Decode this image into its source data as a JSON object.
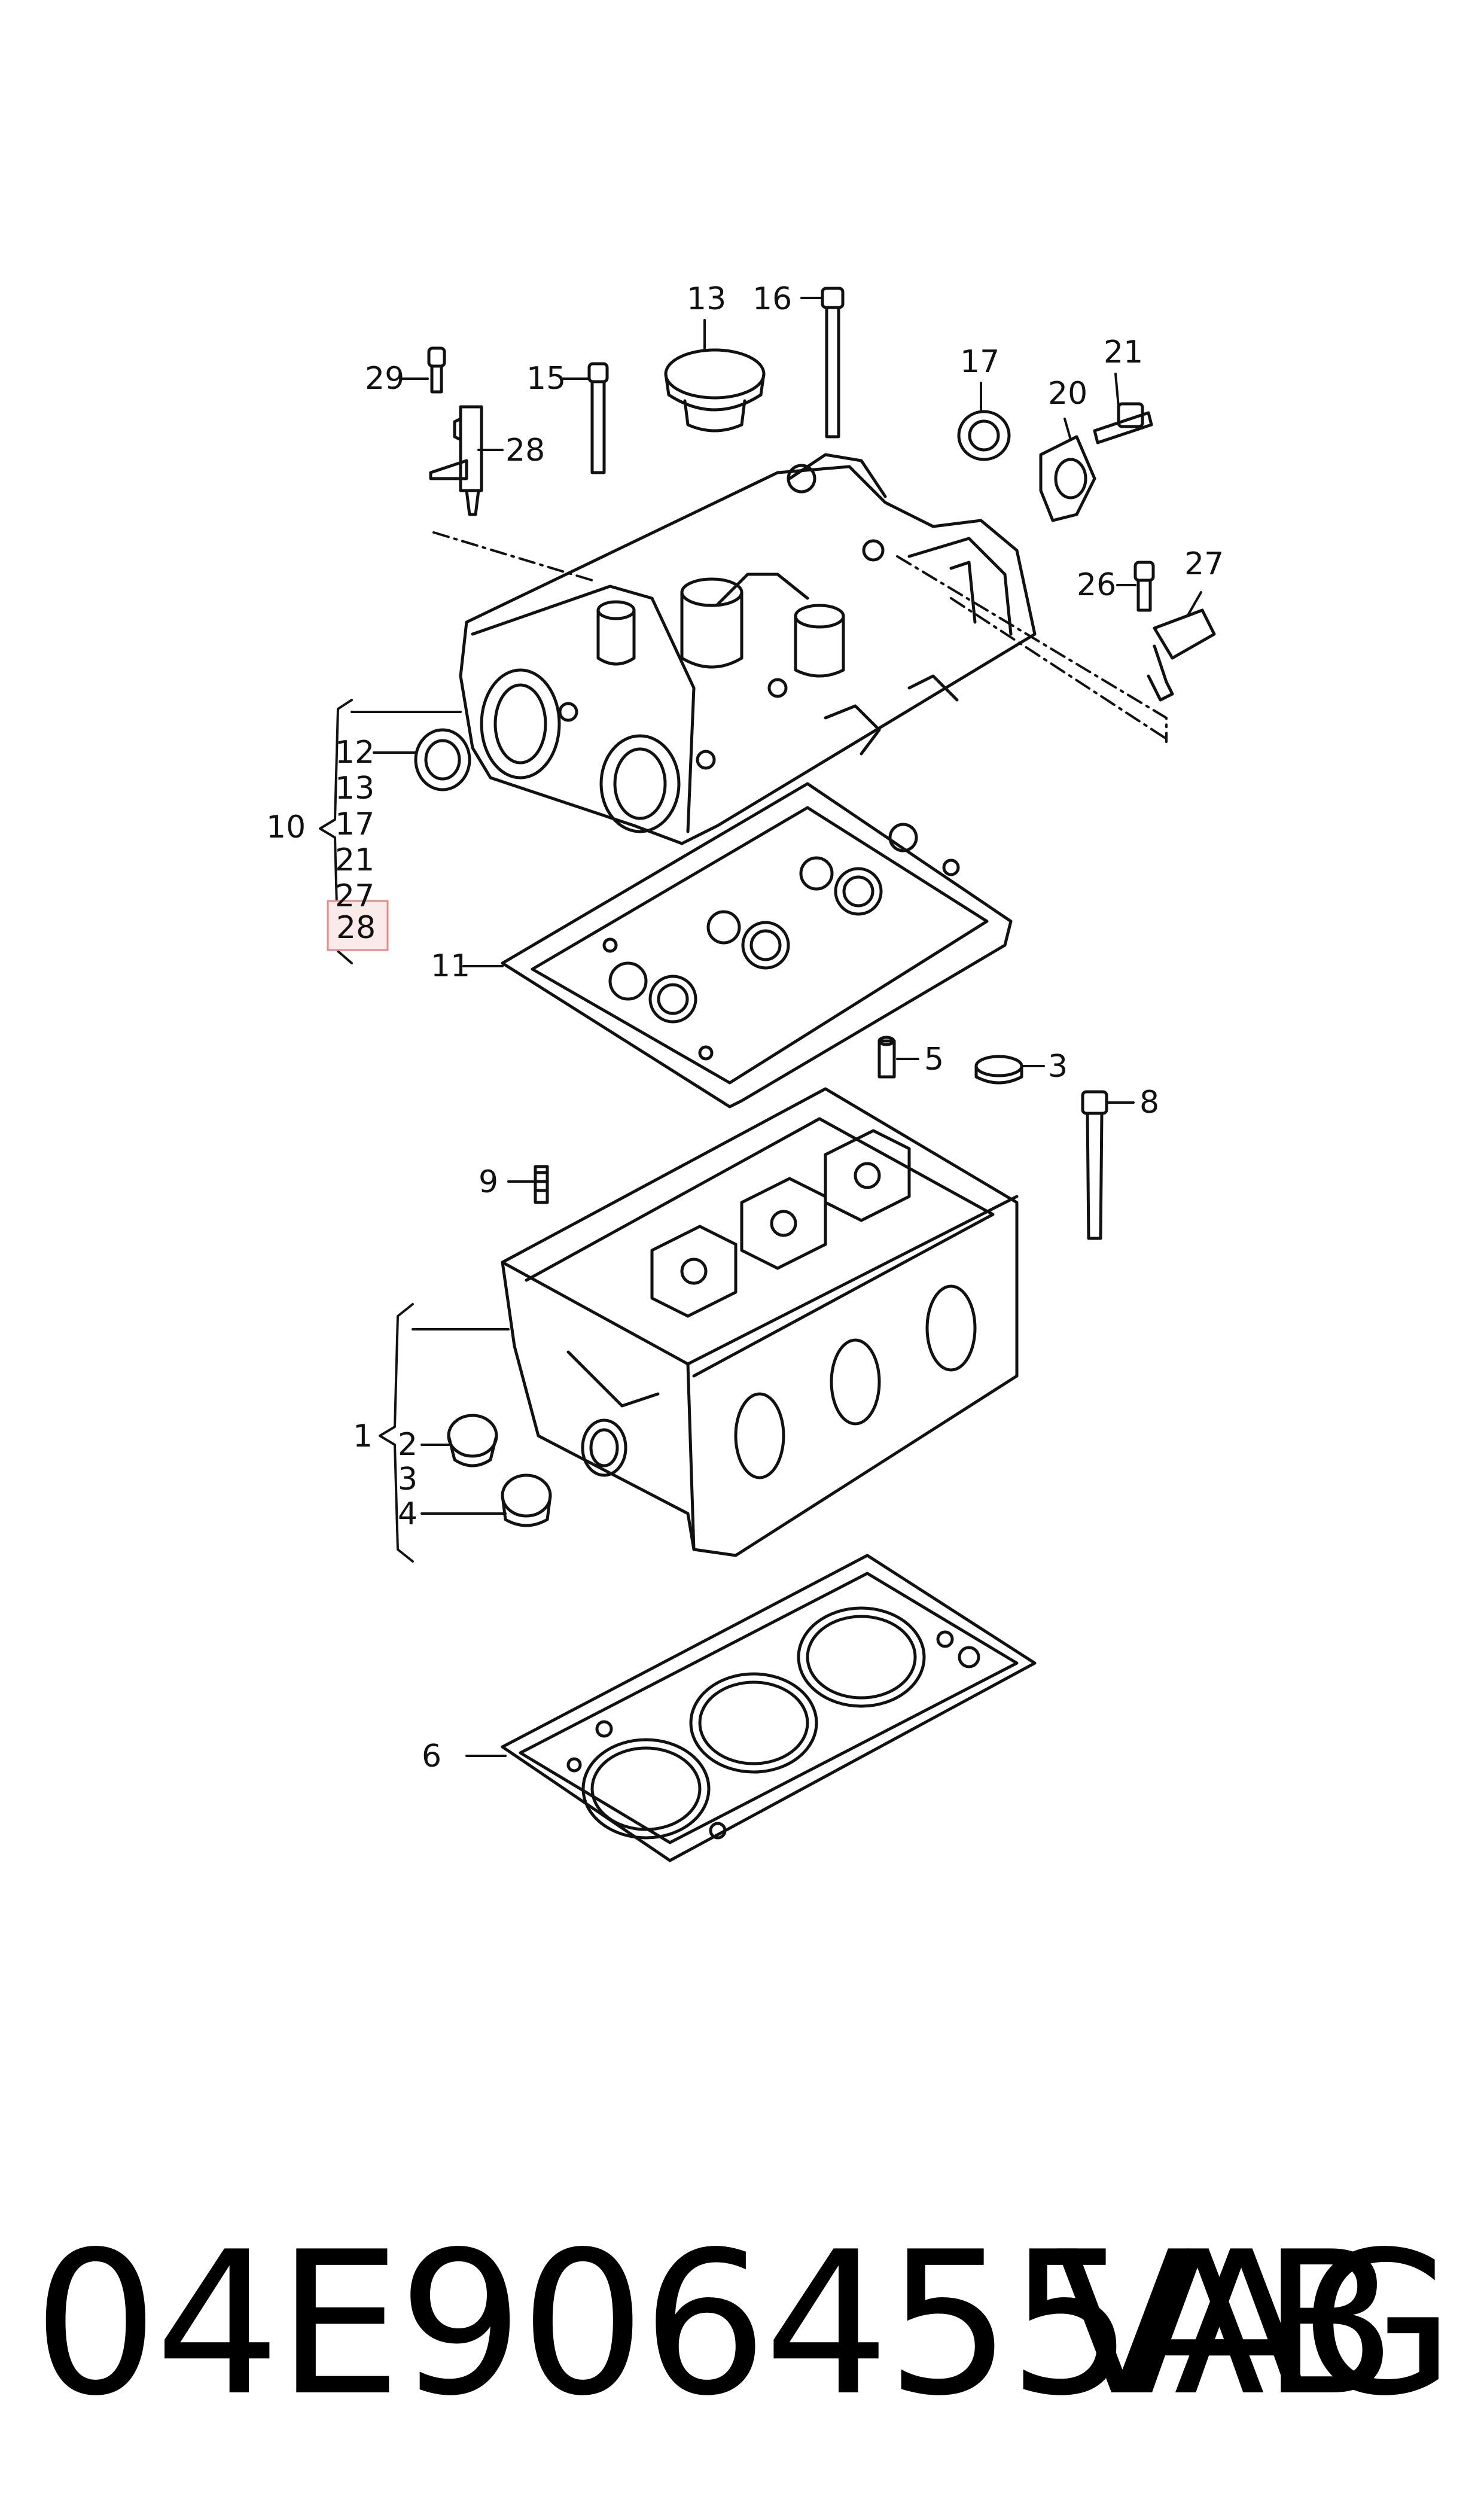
{
  "callouts": {
    "c1": "1",
    "c2": "2",
    "c3a": "3",
    "c3b": "3",
    "c4": "4",
    "c5": "5",
    "c6": "6",
    "c8": "8",
    "c9": "9",
    "c10": "10",
    "c11": "11",
    "c12": "12",
    "c13a": "13",
    "c13b": "13",
    "c15": "15",
    "c16": "16",
    "c17a": "17",
    "c17b": "17",
    "c20": "20",
    "c21a": "21",
    "c21b": "21",
    "c26": "26",
    "c27a": "27",
    "c27b": "27",
    "c28a": "28",
    "c28b": "28",
    "c29": "29"
  },
  "highlight_color": "#e08a8a",
  "footer": {
    "part_number": "04E906455AB",
    "brand": "VAG"
  }
}
